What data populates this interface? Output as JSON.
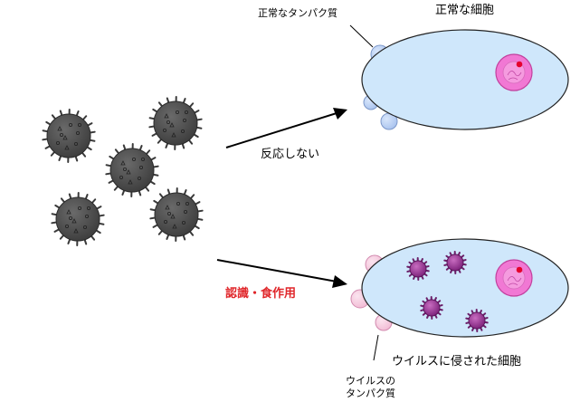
{
  "labels": {
    "normal_protein": "正常なタンパク質",
    "normal_cell": "正常な細胞",
    "no_reaction": "反応しない",
    "recognition": "認識・食作用",
    "infected_cell": "ウイルスに侵された細胞",
    "virus_protein_line1": "ウイルスの",
    "virus_protein_line2": "タンパク質"
  },
  "colors": {
    "cell_fill": "#cfe7fb",
    "cell_stroke": "#222222",
    "normal_protein": "#a9c3ee",
    "virus_protein": "#f2bcd5",
    "nucleus_outer": "#f178d4",
    "nucleus_dot": "#e5002d",
    "virus_dark": "#4a4a4a",
    "virus_purple": "#8e2c8e",
    "alert_text": "#e0262a"
  }
}
